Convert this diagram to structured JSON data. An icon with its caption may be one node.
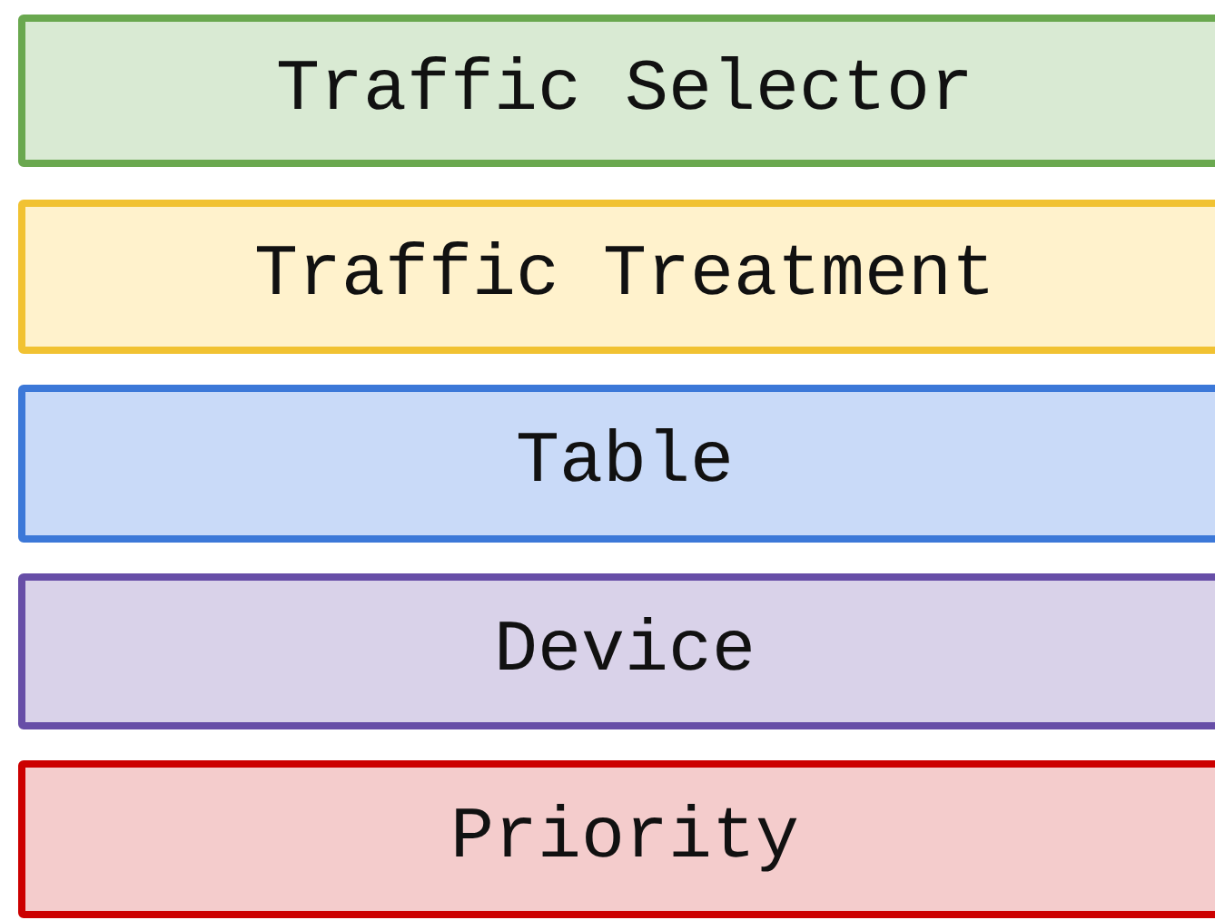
{
  "diagram": {
    "nodes": [
      {
        "text": [
          "Traffic Selector"
        ]
      },
      {
        "text": [
          "Traffic Treatment"
        ]
      },
      {
        "text": [
          "Table"
        ]
      },
      {
        "text": [
          "Device"
        ]
      },
      {
        "text": [
          "Priority"
        ]
      }
    ]
  }
}
